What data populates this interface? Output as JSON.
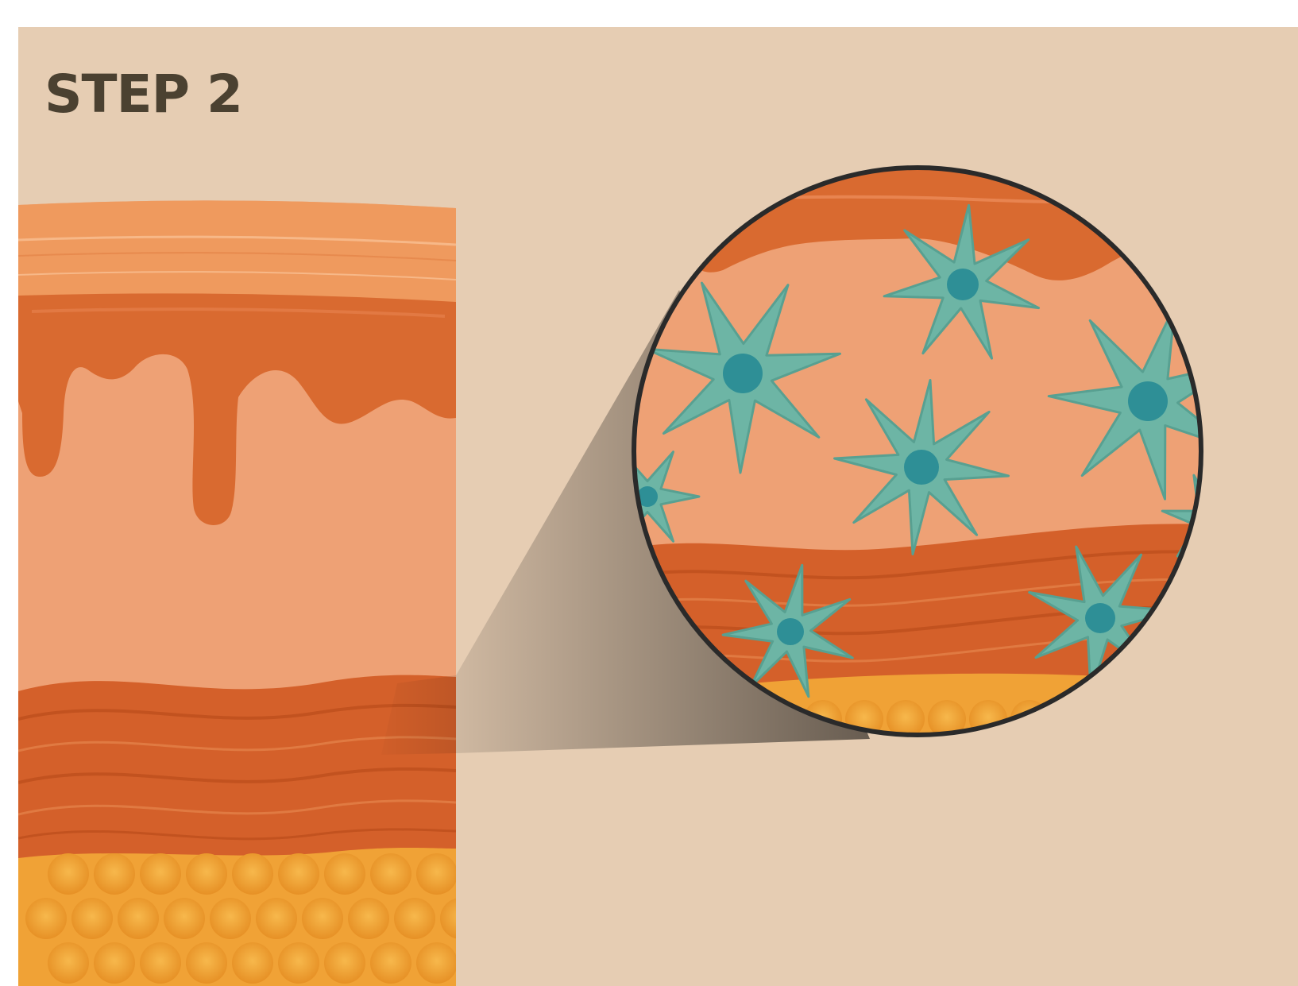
{
  "panel": {
    "title": "STEP 2"
  },
  "colors": {
    "background": "#e6cdb3",
    "title_text": "#4b4131",
    "stratum_corneum": "#ef9a5e",
    "epidermis": "#d96a30",
    "dermis": "#eea175",
    "dermis_fibers": "#d4602a",
    "subcutaneous_fat": "#f0a236",
    "cells": "#6db5a5",
    "cell_nucleus": "#2e8f96",
    "magnifier_outline": "#2a2a2a"
  },
  "illustration": {
    "skin_layers": [
      "stratum-corneum",
      "epidermis",
      "dermis",
      "dermal-fiber-bands",
      "subcutaneous-fat"
    ],
    "magnifier_cell_count": 8,
    "cell_shape": "star-shaped"
  }
}
